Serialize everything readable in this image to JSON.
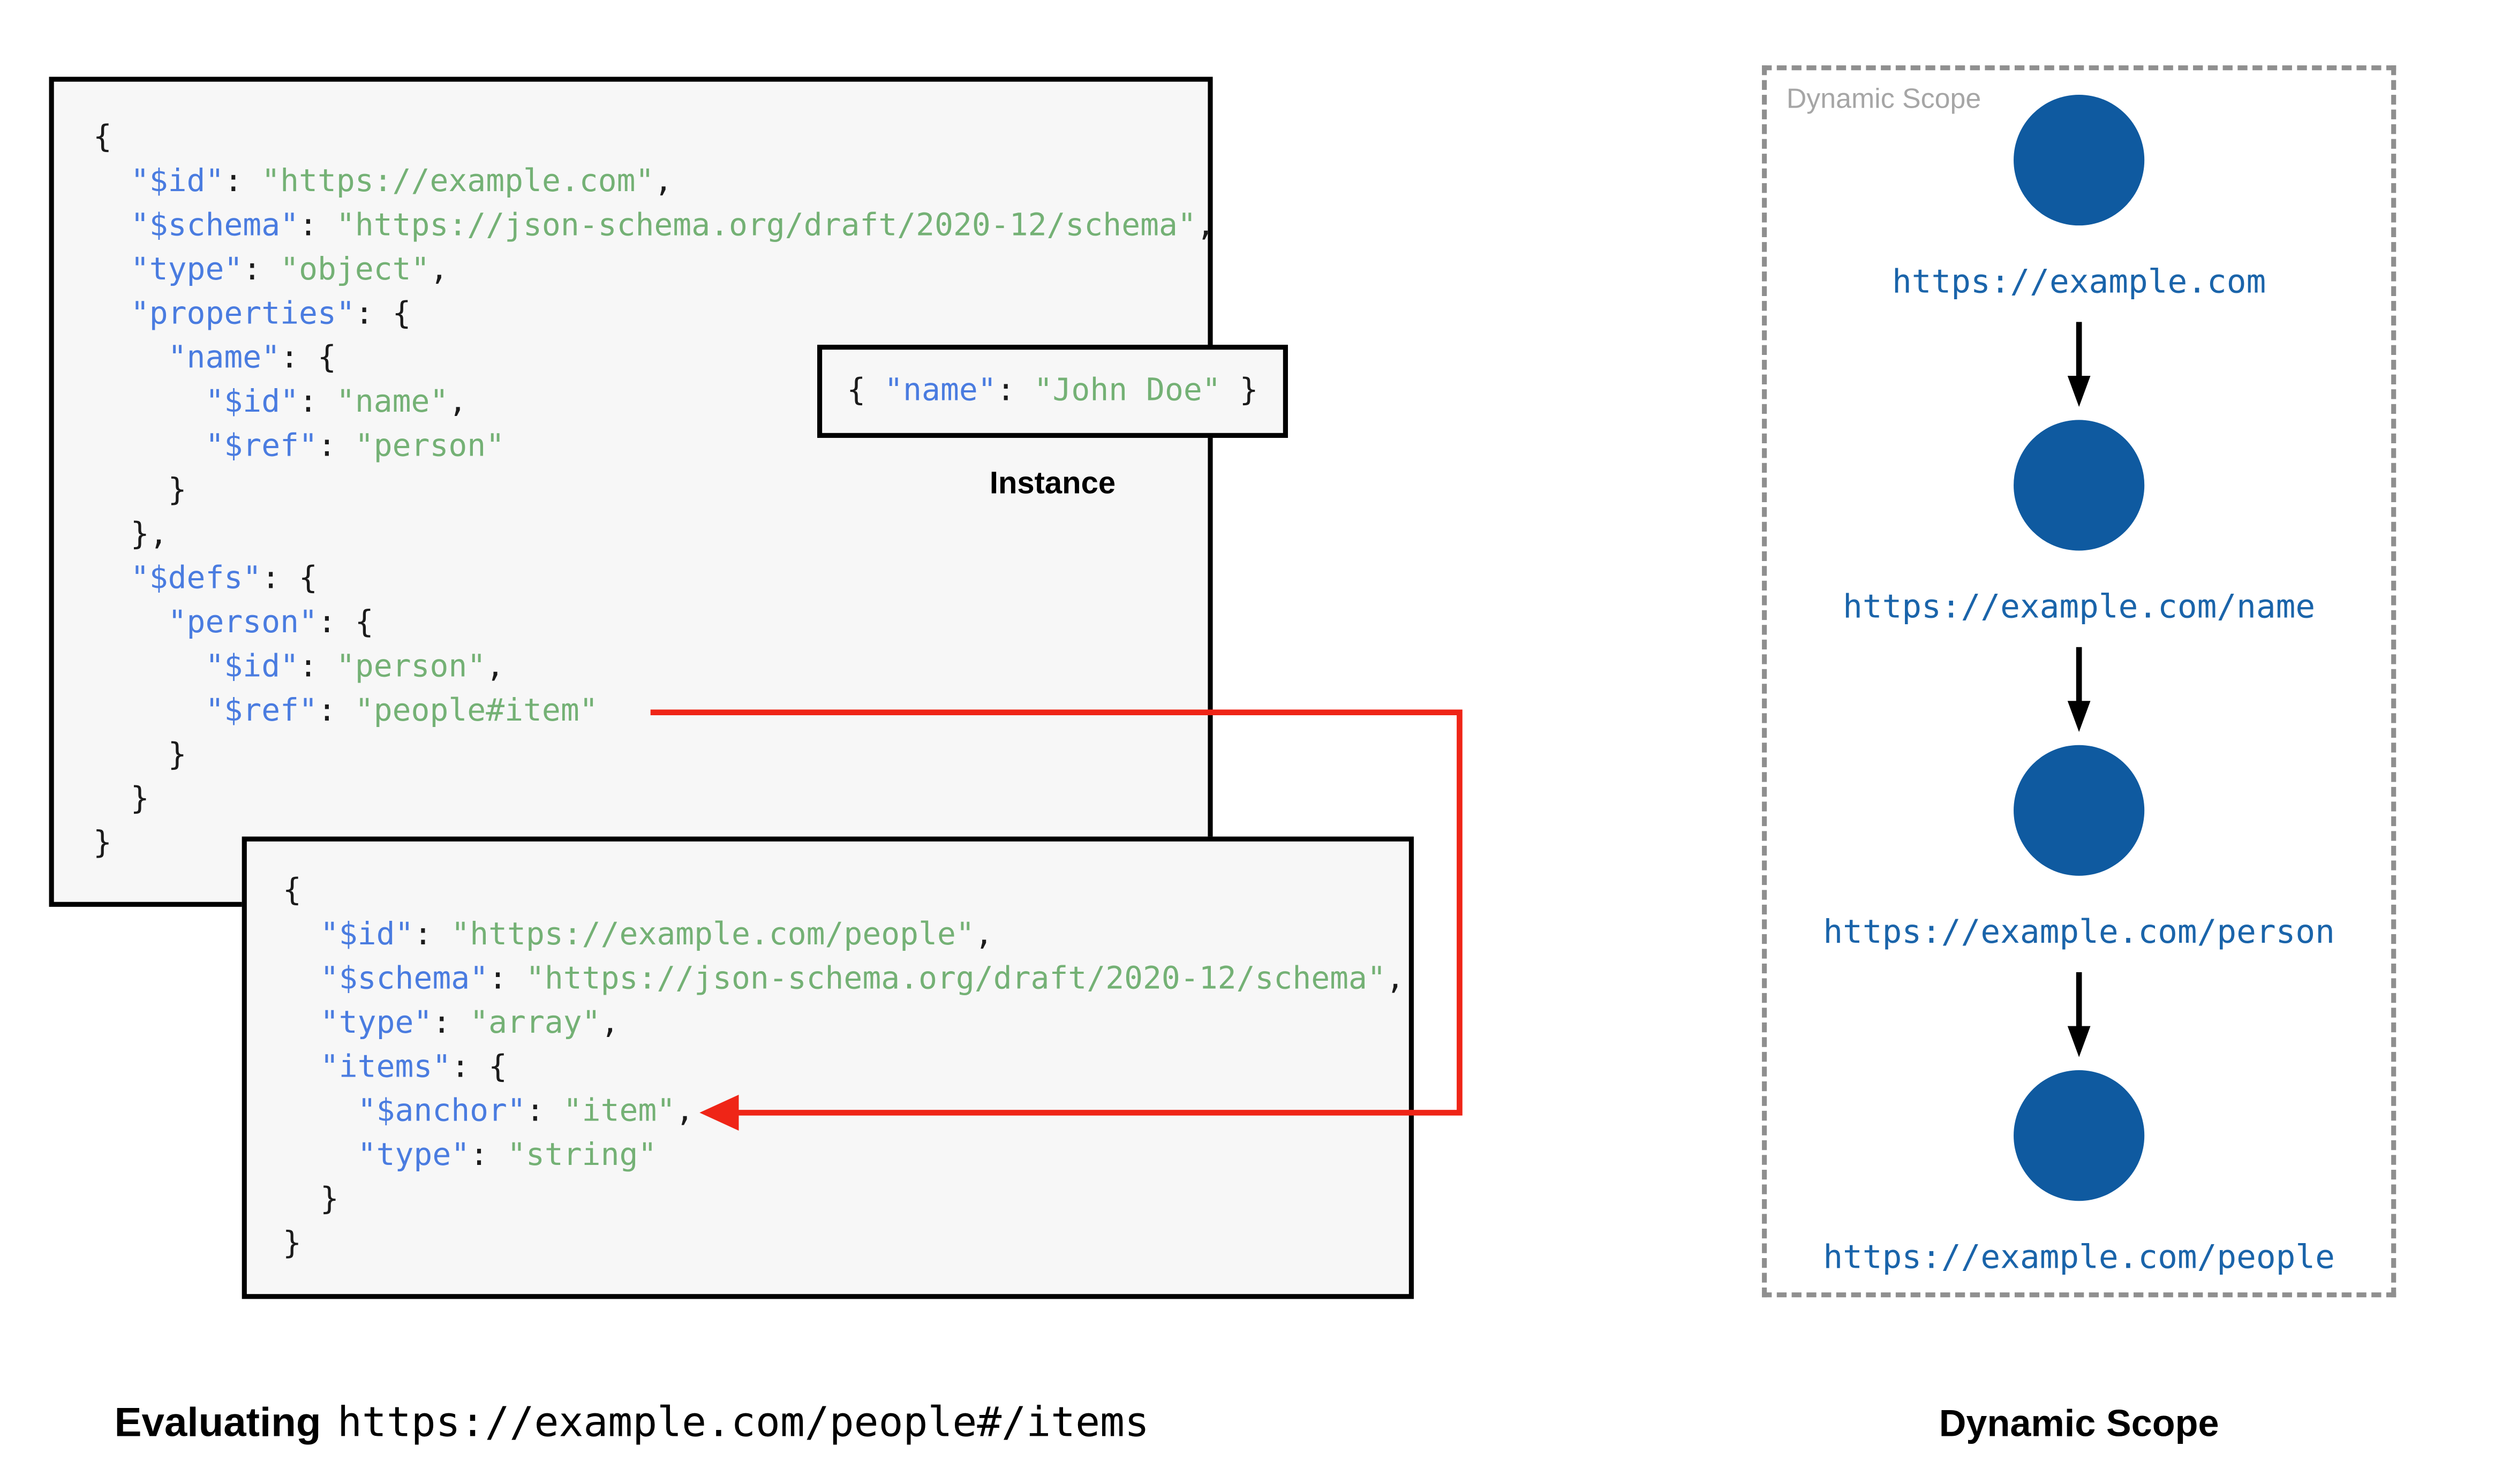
{
  "colors": {
    "key_blue": "#4a7ce0",
    "string_green": "#74b175",
    "punctuation": "#1b1b1b",
    "connector_red": "#ef2517",
    "node_blue": "#0f5aa0",
    "url_blue": "#1a64aa",
    "watermark_gray": "#a6a6a6",
    "box_background": "#f7f7f7",
    "box_border": "#000000",
    "dashed_border": "#8f8f8f"
  },
  "schema_box": {
    "lines": [
      [
        [
          "p",
          "{"
        ]
      ],
      [
        [
          "p",
          "  "
        ],
        [
          "k",
          "\"$id\""
        ],
        [
          "p",
          ": "
        ],
        [
          "s",
          "\"https://example.com\""
        ],
        [
          "p",
          ","
        ]
      ],
      [
        [
          "p",
          "  "
        ],
        [
          "k",
          "\"$schema\""
        ],
        [
          "p",
          ": "
        ],
        [
          "s",
          "\"https://json-schema.org/draft/2020-12/schema\""
        ],
        [
          "p",
          ","
        ]
      ],
      [
        [
          "p",
          "  "
        ],
        [
          "k",
          "\"type\""
        ],
        [
          "p",
          ": "
        ],
        [
          "s",
          "\"object\""
        ],
        [
          "p",
          ","
        ]
      ],
      [
        [
          "p",
          "  "
        ],
        [
          "k",
          "\"properties\""
        ],
        [
          "p",
          ": {"
        ]
      ],
      [
        [
          "p",
          "    "
        ],
        [
          "k",
          "\"name\""
        ],
        [
          "p",
          ": {"
        ]
      ],
      [
        [
          "p",
          "      "
        ],
        [
          "k",
          "\"$id\""
        ],
        [
          "p",
          ": "
        ],
        [
          "s",
          "\"name\""
        ],
        [
          "p",
          ","
        ]
      ],
      [
        [
          "p",
          "      "
        ],
        [
          "k",
          "\"$ref\""
        ],
        [
          "p",
          ": "
        ],
        [
          "s",
          "\"person\""
        ]
      ],
      [
        [
          "p",
          "    }"
        ]
      ],
      [
        [
          "p",
          "  },"
        ]
      ],
      [
        [
          "p",
          "  "
        ],
        [
          "k",
          "\"$defs\""
        ],
        [
          "p",
          ": {"
        ]
      ],
      [
        [
          "p",
          "    "
        ],
        [
          "k",
          "\"person\""
        ],
        [
          "p",
          ": {"
        ]
      ],
      [
        [
          "p",
          "      "
        ],
        [
          "k",
          "\"$id\""
        ],
        [
          "p",
          ": "
        ],
        [
          "s",
          "\"person\""
        ],
        [
          "p",
          ","
        ]
      ],
      [
        [
          "p",
          "      "
        ],
        [
          "k",
          "\"$ref\""
        ],
        [
          "p",
          ": "
        ],
        [
          "s",
          "\"people#item\""
        ]
      ],
      [
        [
          "p",
          "    }"
        ]
      ],
      [
        [
          "p",
          "  }"
        ]
      ],
      [
        [
          "p",
          "}"
        ]
      ]
    ]
  },
  "instance_box": {
    "lines": [
      [
        [
          "p",
          "{ "
        ],
        [
          "k",
          "\"name\""
        ],
        [
          "p",
          ": "
        ],
        [
          "s",
          "\"John Doe\""
        ],
        [
          "p",
          " }"
        ]
      ]
    ],
    "label": "Instance"
  },
  "people_box": {
    "lines": [
      [
        [
          "p",
          "{"
        ]
      ],
      [
        [
          "p",
          "  "
        ],
        [
          "k",
          "\"$id\""
        ],
        [
          "p",
          ": "
        ],
        [
          "s",
          "\"https://example.com/people\""
        ],
        [
          "p",
          ","
        ]
      ],
      [
        [
          "p",
          "  "
        ],
        [
          "k",
          "\"$schema\""
        ],
        [
          "p",
          ": "
        ],
        [
          "s",
          "\"https://json-schema.org/draft/2020-12/schema\""
        ],
        [
          "p",
          ","
        ]
      ],
      [
        [
          "p",
          "  "
        ],
        [
          "k",
          "\"type\""
        ],
        [
          "p",
          ": "
        ],
        [
          "s",
          "\"array\""
        ],
        [
          "p",
          ","
        ]
      ],
      [
        [
          "p",
          "  "
        ],
        [
          "k",
          "\"items\""
        ],
        [
          "p",
          ": {"
        ]
      ],
      [
        [
          "p",
          "    "
        ],
        [
          "k",
          "\"$anchor\""
        ],
        [
          "p",
          ": "
        ],
        [
          "s",
          "\"item\""
        ],
        [
          "p",
          ","
        ]
      ],
      [
        [
          "p",
          "    "
        ],
        [
          "k",
          "\"type\""
        ],
        [
          "p",
          ": "
        ],
        [
          "s",
          "\"string\""
        ]
      ],
      [
        [
          "p",
          "  }"
        ]
      ],
      [
        [
          "p",
          "}"
        ]
      ]
    ]
  },
  "dynamic_scope": {
    "watermark": "Dynamic Scope",
    "caption": "Dynamic Scope",
    "nodes": [
      {
        "url": "https://example.com"
      },
      {
        "url": "https://example.com/name"
      },
      {
        "url": "https://example.com/person"
      },
      {
        "url": "https://example.com/people"
      }
    ]
  },
  "evaluating": {
    "prefix": "Evaluating",
    "url": "https://example.com/people#/items"
  }
}
